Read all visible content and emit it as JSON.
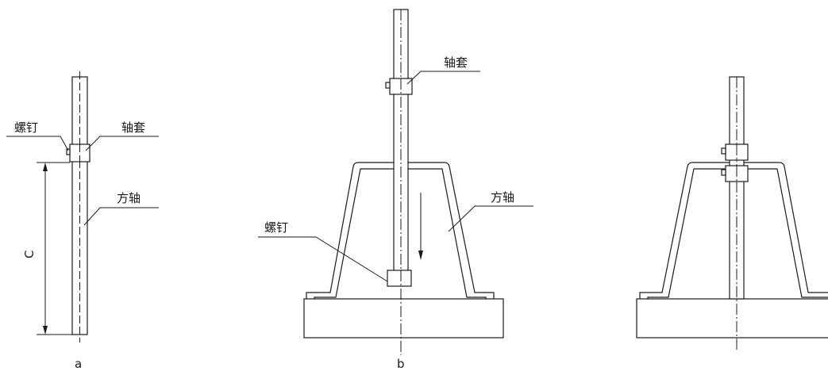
{
  "figure_a": {
    "label_screw": "螺钉",
    "label_sleeve": "轴套",
    "label_shaft": "方轴",
    "dimension_label": "C",
    "caption": "a"
  },
  "figure_b": {
    "label_sleeve": "轴套",
    "label_shaft": "方轴",
    "label_screw": "螺钉",
    "caption": "b"
  }
}
